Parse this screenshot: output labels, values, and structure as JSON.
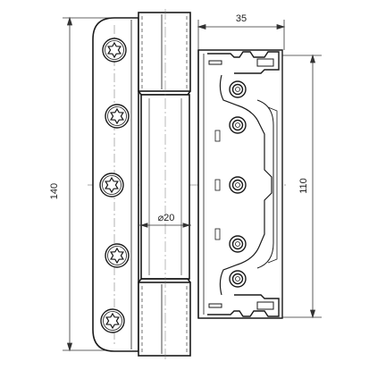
{
  "drawing": {
    "dimensions": {
      "overall_height": "140",
      "width": "35",
      "mount_height": "110",
      "pin_diameter": "⌀20"
    },
    "screws": {
      "leaf_torx_count": 5,
      "body_round_count": 5
    }
  }
}
